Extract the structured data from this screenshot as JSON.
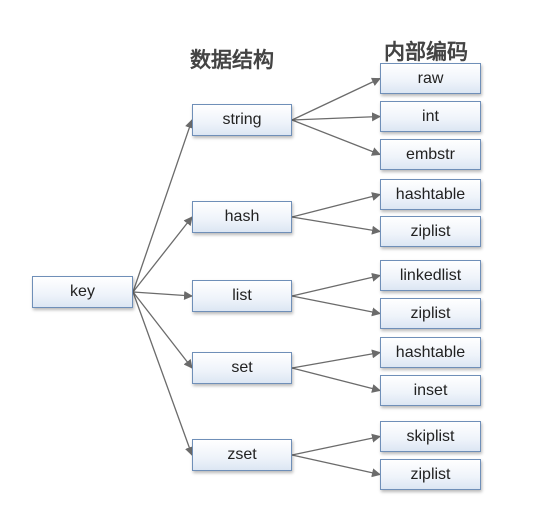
{
  "headings": {
    "structure": "数据结构",
    "encoding": "内部编码"
  },
  "root": {
    "label": "key"
  },
  "types": [
    {
      "label": "string",
      "encodings": [
        "raw",
        "int",
        "embstr"
      ]
    },
    {
      "label": "hash",
      "encodings": [
        "hashtable",
        "ziplist"
      ]
    },
    {
      "label": "list",
      "encodings": [
        "linkedlist",
        "ziplist"
      ]
    },
    {
      "label": "set",
      "encodings": [
        "hashtable",
        "inset"
      ]
    },
    {
      "label": "zset",
      "encodings": [
        "skiplist",
        "ziplist"
      ]
    }
  ],
  "colors": {
    "edge": "#6b6b6b",
    "node_border": "#6f8fb8"
  }
}
